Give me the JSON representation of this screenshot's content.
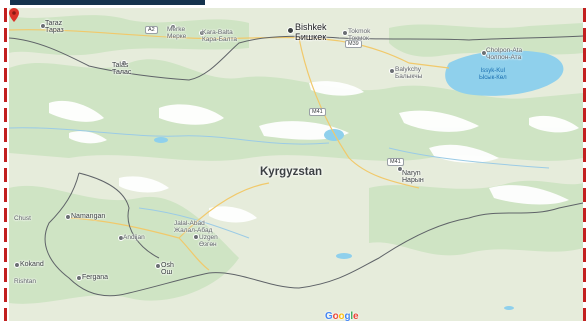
{
  "map": {
    "country": "Kyrgyzstan",
    "cities": [
      {
        "id": "taraz",
        "name": "Taraz",
        "cyr": "Тараз"
      },
      {
        "id": "merke",
        "name": "Merke",
        "cyr": "Мерке"
      },
      {
        "id": "kara-balta",
        "name": "Kara-Balta",
        "cyr": "Кара-Балта"
      },
      {
        "id": "bishkek",
        "name": "Bishkek",
        "cyr": "Бишкек"
      },
      {
        "id": "tokmok",
        "name": "Tokmok",
        "cyr": "Токмок"
      },
      {
        "id": "talas",
        "name": "Talas",
        "cyr": "Талас"
      },
      {
        "id": "balykchy",
        "name": "Balykchy",
        "cyr": "Балыкчы"
      },
      {
        "id": "cholpon-ata",
        "name": "Cholpon-Ata",
        "cyr": "Чолпон-Ата"
      },
      {
        "id": "naryn",
        "name": "Naryn",
        "cyr": "Нарын"
      },
      {
        "id": "chust",
        "name": "Chust",
        "cyr": ""
      },
      {
        "id": "namangan",
        "name": "Namangan",
        "cyr": ""
      },
      {
        "id": "andijan",
        "name": "Andijan",
        "cyr": ""
      },
      {
        "id": "jalal-abad",
        "name": "Jalal-Abad",
        "cyr": "Жалал-Абад"
      },
      {
        "id": "uzgen",
        "name": "Uzgen",
        "cyr": "Өзгөн"
      },
      {
        "id": "kokand",
        "name": "Kokand",
        "cyr": ""
      },
      {
        "id": "osh",
        "name": "Osh",
        "cyr": "Ош"
      },
      {
        "id": "fergana",
        "name": "Fergana",
        "cyr": ""
      },
      {
        "id": "rishtan",
        "name": "Rishtan",
        "cyr": ""
      }
    ],
    "lake": {
      "name": "Issyk-Kul",
      "cyr": "Ысык-Көл"
    },
    "road_shields": [
      "A2",
      "M39",
      "M41",
      "M41"
    ],
    "attribution": {
      "logo_letters": [
        "G",
        "o",
        "o",
        "g",
        "l",
        "e"
      ],
      "logo_colors": [
        "#4285F4",
        "#EA4335",
        "#FBBC05",
        "#4285F4",
        "#34A853",
        "#EA4335"
      ]
    },
    "colors": {
      "land": "#e6ecdb",
      "vegetation": "#cfe4c4",
      "snow": "#ffffff",
      "water": "#8fd0ec",
      "border": "#5f6368",
      "pin": "#db3328"
    }
  }
}
